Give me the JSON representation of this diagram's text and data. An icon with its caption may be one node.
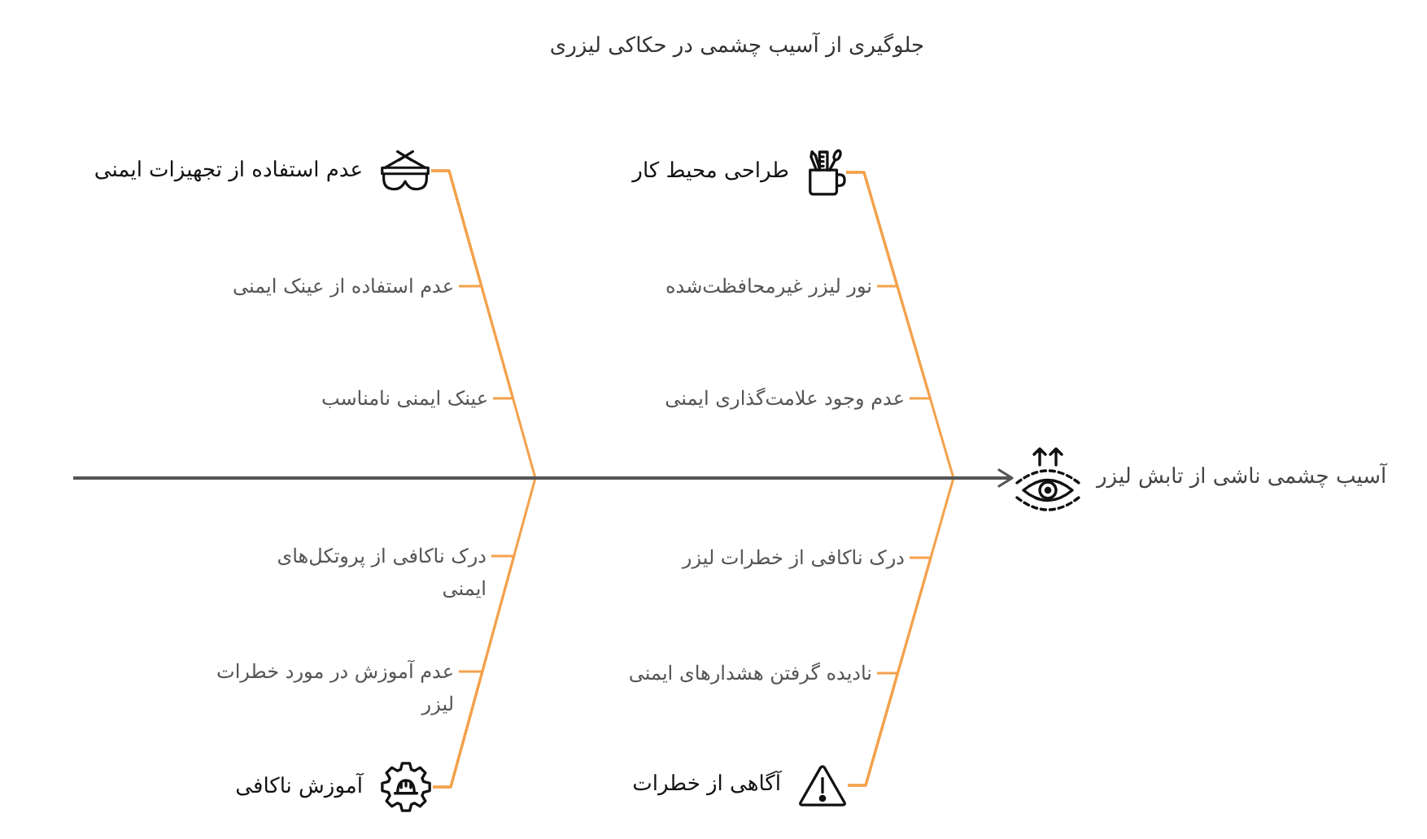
{
  "diagram": {
    "title": "جلوگیری از آسیب چشمی در حکاکی لیزری",
    "nodes": [
      {
        "text": [
          "عدم استفاده از تجهیزات ایمنی"
        ]
      },
      {
        "text": [
          "عدم استفاده از عینک ایمنی"
        ]
      },
      {
        "text": [
          "عینک ایمنی نامناسب"
        ]
      },
      {
        "text": [
          "طراحی محیط کار"
        ]
      },
      {
        "text": [
          "نور لیزر غیرمحافظت‌شده"
        ]
      },
      {
        "text": [
          "عدم وجود علامت‌گذاری ایمنی"
        ]
      },
      {
        "text": [
          "درک ناکافی از پروتکل‌های ایمنی"
        ]
      },
      {
        "text": [
          "عدم آموزش در مورد خطرات لیزر"
        ]
      },
      {
        "text": [
          "آموزش ناکافی"
        ]
      },
      {
        "text": [
          "درک ناکافی از خطرات لیزر"
        ]
      },
      {
        "text": [
          "نادیده گرفتن هشدارهای ایمنی"
        ]
      },
      {
        "text": [
          "آگاهی از خطرات"
        ]
      },
      {
        "text": [
          "آسیب چشمی ناشی از تابش لیزر"
        ]
      }
    ],
    "edges": [
      {
        "from": null,
        "to": 12,
        "arrow": "to",
        "color": "#555555"
      },
      {
        "from": 0,
        "to": null,
        "arrow": "none"
      },
      {
        "from": 3,
        "to": null,
        "arrow": "none"
      },
      {
        "from": 8,
        "to": null,
        "arrow": "none"
      },
      {
        "from": 11,
        "to": null,
        "arrow": "none"
      },
      {
        "from": 1,
        "to": 0,
        "arrow": "none"
      },
      {
        "from": 2,
        "to": 0,
        "arrow": "none"
      },
      {
        "from": 4,
        "to": 3,
        "arrow": "none"
      },
      {
        "from": 5,
        "to": 3,
        "arrow": "none"
      },
      {
        "from": 6,
        "to": 8,
        "arrow": "none"
      },
      {
        "from": 7,
        "to": 8,
        "arrow": "none"
      },
      {
        "from": 9,
        "to": 11,
        "arrow": "none"
      },
      {
        "from": 10,
        "to": 11,
        "arrow": "none"
      }
    ]
  }
}
